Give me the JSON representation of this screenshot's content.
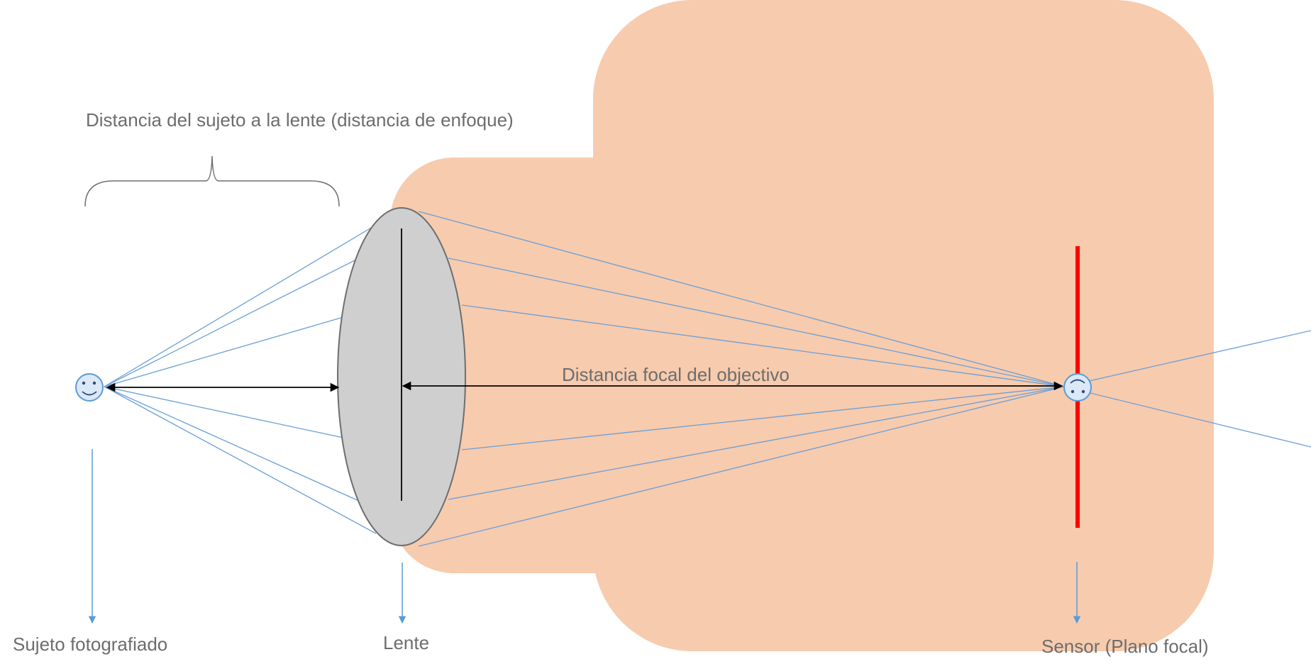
{
  "labels": {
    "focus_distance": "Distancia del sujeto a la lente (distancia de enfoque)",
    "focal_length": "Distancia focal del objectivo",
    "subject": "Sujeto fotografiado",
    "lens": "Lente",
    "sensor": "Sensor (Plano focal)"
  },
  "colors": {
    "camera_body": "#f7cbae",
    "lens_fill": "#d0cfcf",
    "ray": "#6a9fd6",
    "sensor_line": "#ff0000",
    "label_text": "#6d6d6d"
  }
}
